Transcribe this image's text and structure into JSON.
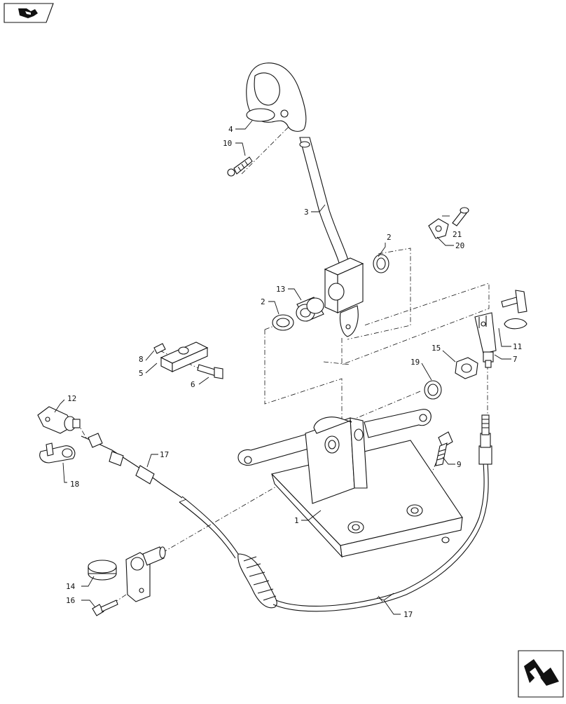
{
  "nav": {
    "prev_icon": "arrow-back-icon",
    "next_icon": "arrow-forward-icon"
  },
  "callouts": [
    {
      "id": "c1",
      "text": "1"
    },
    {
      "id": "c2a",
      "text": "2"
    },
    {
      "id": "c2b",
      "text": "2"
    },
    {
      "id": "c3",
      "text": "3"
    },
    {
      "id": "c4",
      "text": "4"
    },
    {
      "id": "c5",
      "text": "5"
    },
    {
      "id": "c6",
      "text": "6"
    },
    {
      "id": "c7",
      "text": "7"
    },
    {
      "id": "c8",
      "text": "8"
    },
    {
      "id": "c9",
      "text": "9"
    },
    {
      "id": "c10",
      "text": "10"
    },
    {
      "id": "c11",
      "text": "11"
    },
    {
      "id": "c12",
      "text": "12"
    },
    {
      "id": "c13",
      "text": "13"
    },
    {
      "id": "c14",
      "text": "14"
    },
    {
      "id": "c15",
      "text": "15"
    },
    {
      "id": "c16",
      "text": "16"
    },
    {
      "id": "c17a",
      "text": "17"
    },
    {
      "id": "c17b",
      "text": "17"
    },
    {
      "id": "c18",
      "text": "18"
    },
    {
      "id": "c19",
      "text": "19"
    },
    {
      "id": "c20",
      "text": "20"
    },
    {
      "id": "c21",
      "text": "21"
    }
  ]
}
